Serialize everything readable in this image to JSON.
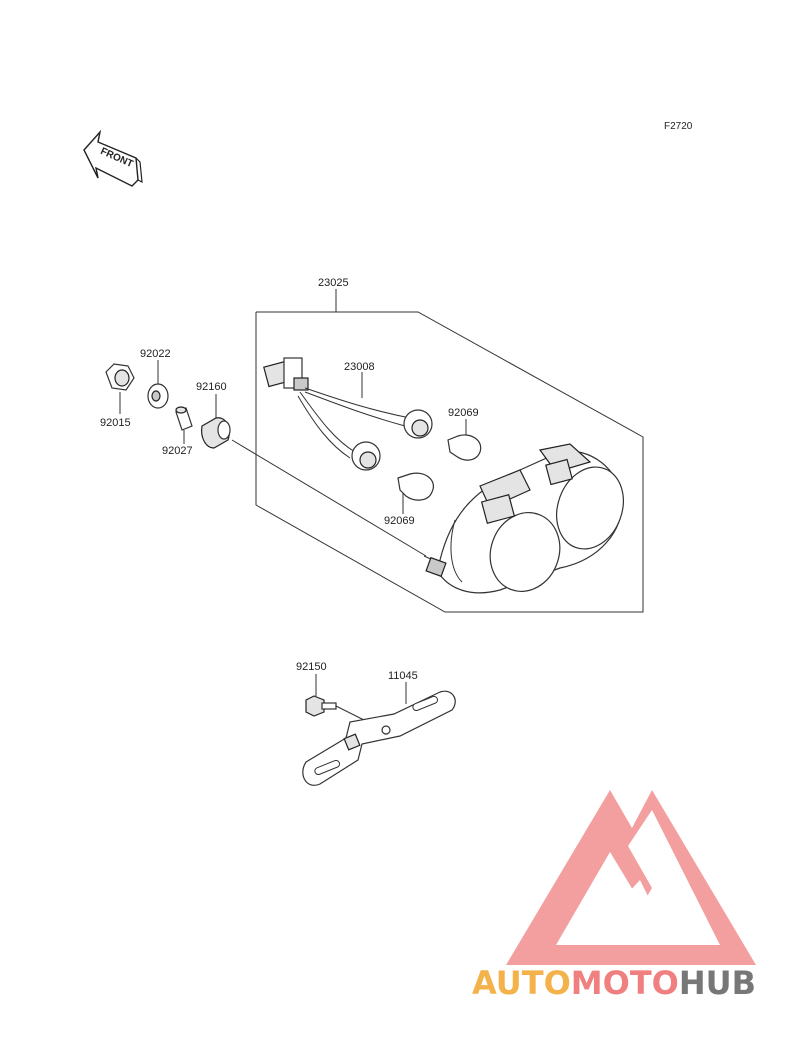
{
  "figure_code": "F2720",
  "front_arrow": {
    "label": "FRONT",
    "icon": "front-direction-arrow-icon"
  },
  "parts": {
    "taillight_assembly": "23025",
    "wiring_harness": "23008",
    "bulb_upper": "92069",
    "bulb_lower": "92069",
    "washer": "92022",
    "nut": "92015",
    "collar": "92027",
    "grommet": "92160",
    "bolt": "92150",
    "bracket": "11045"
  },
  "watermark": {
    "part1": "AUTO",
    "part2": "MOTO",
    "part3": "HUB",
    "colors": {
      "auto": "#f4b24a",
      "moto": "#f08080",
      "hub": "#777777",
      "logo": "#f08080"
    }
  }
}
